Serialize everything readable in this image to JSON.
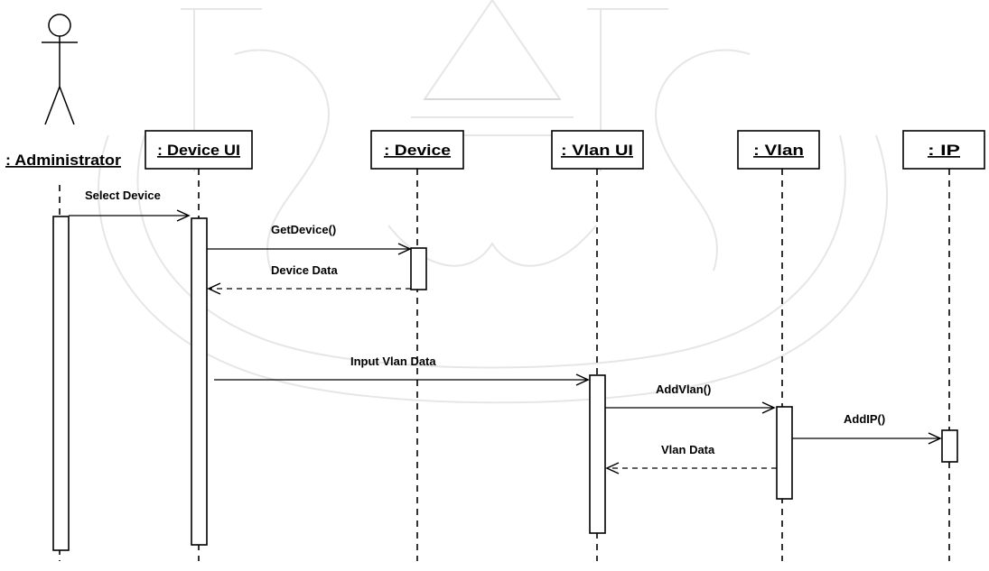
{
  "diagram": {
    "actor": {
      "name": ": Administrator"
    },
    "objects": [
      {
        "name": ": Device UI"
      },
      {
        "name": ": Device"
      },
      {
        "name": ": Vlan UI"
      },
      {
        "name": ": Vlan"
      },
      {
        "name": ": IP"
      }
    ],
    "messages": [
      {
        "label": "Select Device",
        "from": ": Administrator",
        "to": ": Device UI",
        "kind": "call"
      },
      {
        "label": "GetDevice()",
        "from": ": Device UI",
        "to": ": Device",
        "kind": "call"
      },
      {
        "label": "Device Data",
        "from": ": Device",
        "to": ": Device UI",
        "kind": "return"
      },
      {
        "label": "Input Vlan Data",
        "from": ": Device UI",
        "to": ": Vlan UI",
        "kind": "call"
      },
      {
        "label": "AddVlan()",
        "from": ": Vlan UI",
        "to": ": Vlan",
        "kind": "call"
      },
      {
        "label": "AddIP()",
        "from": ": Vlan",
        "to": ": IP",
        "kind": "call"
      },
      {
        "label": "Vlan Data",
        "from": ": Vlan",
        "to": ": Vlan UI",
        "kind": "return"
      }
    ]
  },
  "colors": {
    "ink": "#000000",
    "background": "#ffffff",
    "watermark": "#c8c8c8"
  },
  "icons": {
    "actor": "stick-figure-icon",
    "watermark": "university-seal-watermark"
  }
}
